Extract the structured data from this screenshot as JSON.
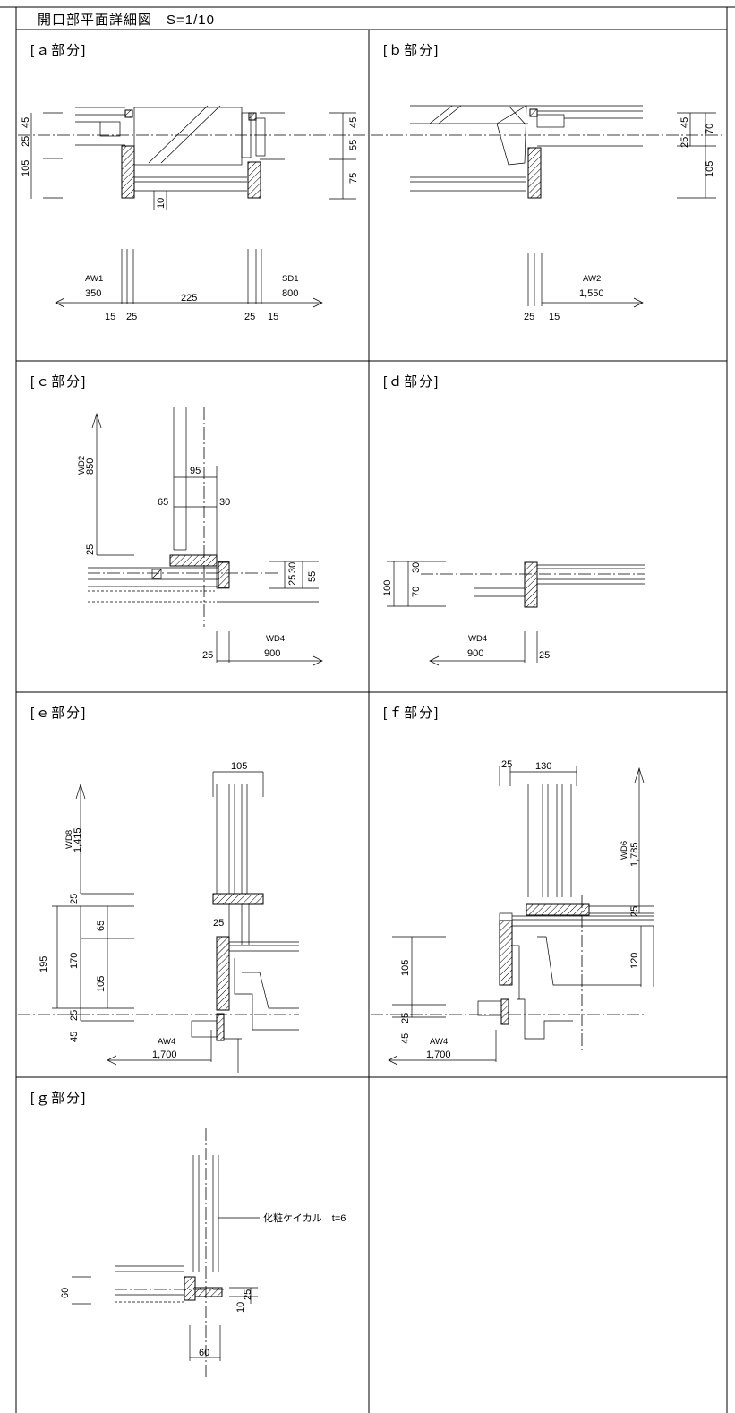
{
  "drawing": {
    "title": "開口部平面詳細図　S=1/10"
  },
  "panels": [
    {
      "label": "[ａ部分]",
      "dims": [
        "45",
        "25",
        "105",
        "45",
        "55",
        "75",
        "10",
        "15",
        "25",
        "225",
        "25",
        "15"
      ],
      "codes": [
        {
          "mark": "AW1",
          "size": "350"
        },
        {
          "mark": "SD1",
          "size": "800"
        }
      ]
    },
    {
      "label": "[ｂ部分]",
      "dims": [
        "45",
        "25",
        "70",
        "105",
        "25",
        "15"
      ],
      "codes": [
        {
          "mark": "AW2",
          "size": "1,550"
        }
      ]
    },
    {
      "label": "[ｃ部分]",
      "dims": [
        "95",
        "65",
        "30",
        "25",
        "25",
        "30",
        "55",
        "25"
      ],
      "codes": [
        {
          "mark": "WD2",
          "size": "850"
        },
        {
          "mark": "WD4",
          "size": "900"
        }
      ]
    },
    {
      "label": "[ｄ部分]",
      "dims": [
        "100",
        "30",
        "70",
        "25"
      ],
      "codes": [
        {
          "mark": "WD4",
          "size": "900"
        }
      ]
    },
    {
      "label": "[ｅ部分]",
      "dims": [
        "105",
        "25",
        "65",
        "195",
        "170",
        "105",
        "25",
        "45",
        "25"
      ],
      "codes": [
        {
          "mark": "WD8",
          "size": "1,415"
        },
        {
          "mark": "AW4",
          "size": "1,700"
        }
      ]
    },
    {
      "label": "[ｆ部分]",
      "dims": [
        "25",
        "130",
        "25",
        "105",
        "120",
        "45",
        "25"
      ],
      "codes": [
        {
          "mark": "WD6",
          "size": "1,785"
        },
        {
          "mark": "AW4",
          "size": "1,700"
        }
      ]
    },
    {
      "label": "[ｇ部分]",
      "dims": [
        "60",
        "10",
        "25",
        "60"
      ],
      "note": "化粧ケイカル　t=6"
    }
  ]
}
